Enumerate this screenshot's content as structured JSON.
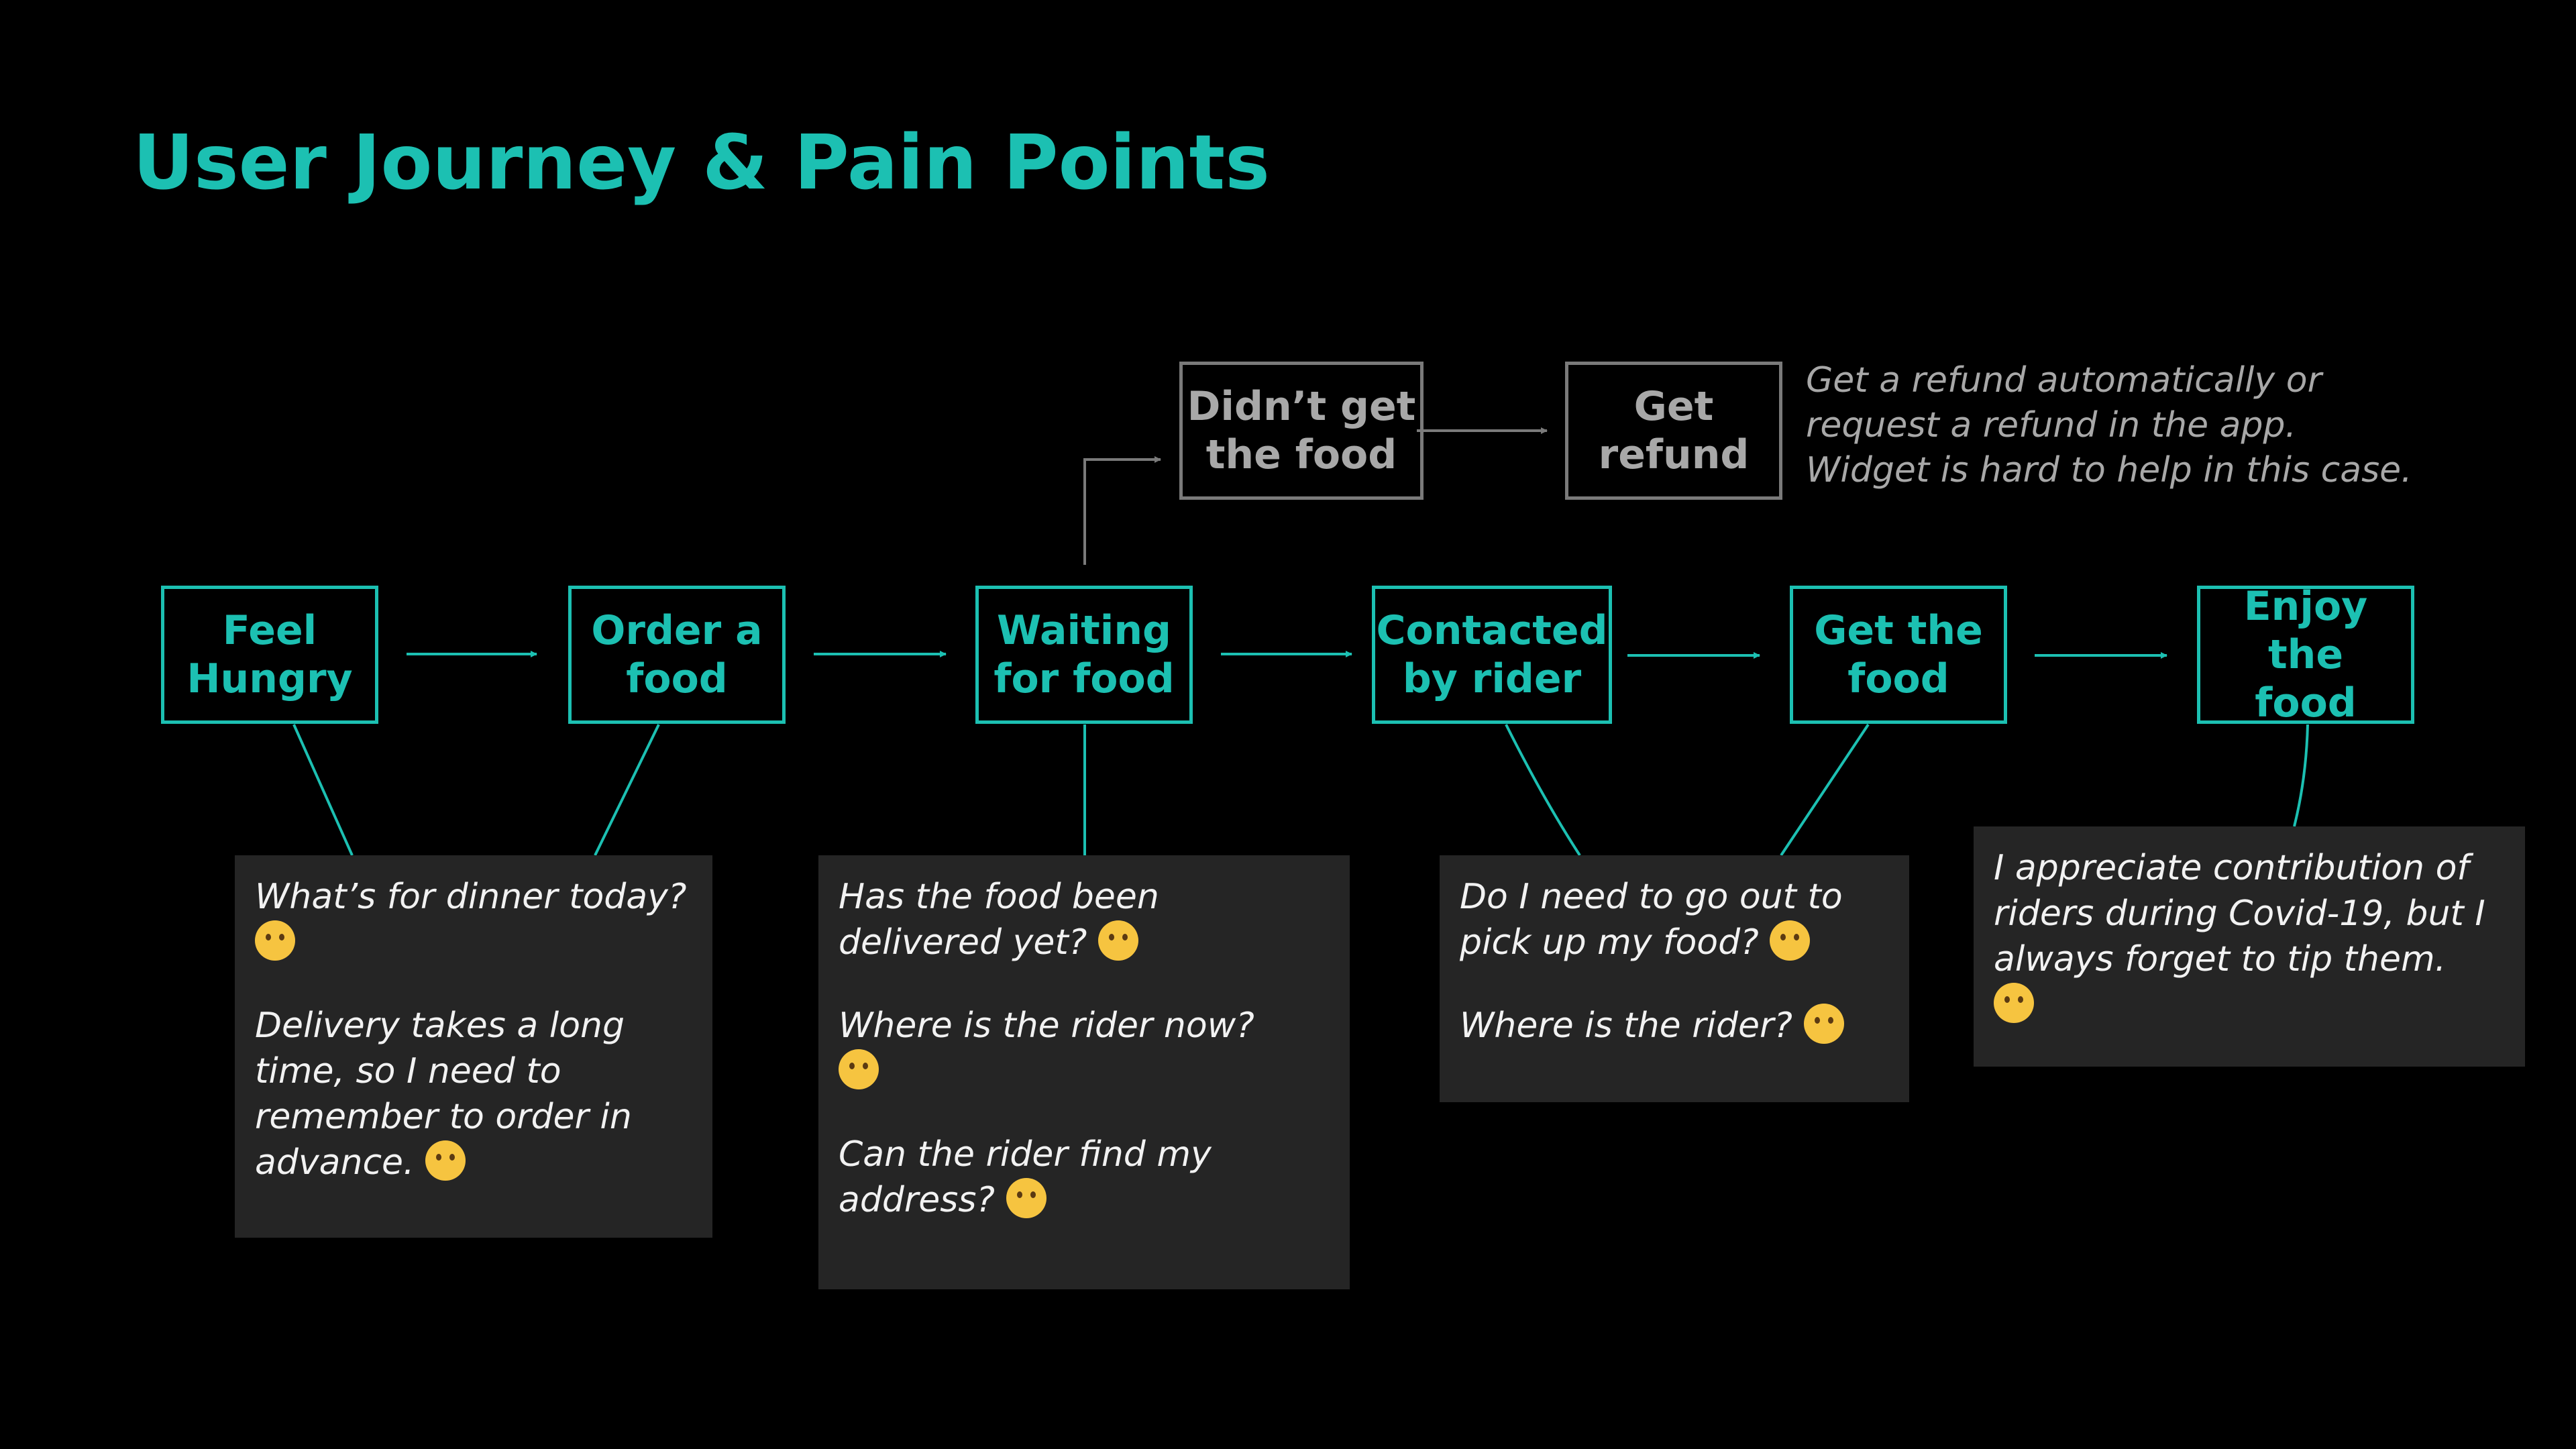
{
  "title": "User Journey & Pain Points",
  "steps": [
    {
      "label": "Feel\nHungry"
    },
    {
      "label": "Order a\nfood"
    },
    {
      "label": "Waiting\nfor food"
    },
    {
      "label": "Contacted\nby rider"
    },
    {
      "label": "Get the\nfood"
    },
    {
      "label": "Enjoy the\nfood"
    }
  ],
  "alt_steps": [
    {
      "label": "Didn’t get\nthe food"
    },
    {
      "label": "Get\nrefund"
    }
  ],
  "refund_note": {
    "lines": [
      "Get a refund automatically or",
      "request a refund in the app.",
      "Widget is hard to help in this case."
    ]
  },
  "notes": [
    {
      "items": [
        {
          "text": "What’s for dinner today?",
          "emoji": "thinking-face-icon"
        },
        {
          "text": "Delivery takes a long time, so I need to remember to order in advance.",
          "emoji": "confounded-face-icon"
        }
      ]
    },
    {
      "items": [
        {
          "text": "Has the food been delivered yet?",
          "emoji": "expressionless-face-icon"
        },
        {
          "text": "Where is the rider now?",
          "emoji": "raised-eyebrow-face-icon"
        },
        {
          "text": "Can the rider find my address?",
          "emoji": "thinking-face-icon"
        }
      ]
    },
    {
      "items": [
        {
          "text": "Do I need to go out to pick up my food?",
          "emoji": "thinking-face-icon"
        },
        {
          "text": "Where is the rider?",
          "emoji": "flushed-face-icon"
        }
      ]
    },
    {
      "items": [
        {
          "text": "I appreciate contribution of riders during Covid-19, but I always forget to tip them.",
          "emoji": "downcast-sweat-face-icon"
        }
      ]
    }
  ],
  "colors": {
    "accent": "#1cc0b2",
    "background": "#000000",
    "note_bg": "#252525",
    "muted": "#a8a8a8"
  }
}
